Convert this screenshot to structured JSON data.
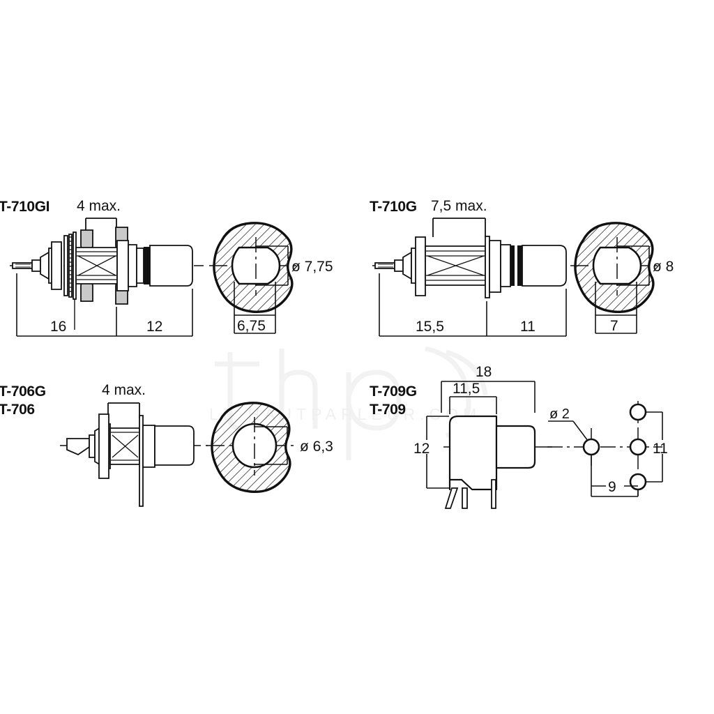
{
  "document": {
    "title": "Connector dimensional drawing",
    "background_color": "#ffffff",
    "line_color": "#111111",
    "hatch_color": "#111111",
    "shade_color": "#c9c9c9"
  },
  "watermark": {
    "logo_text": "thp",
    "site_text": "LE HAUTPARLEUR.COM",
    "color": "#f0f0f0"
  },
  "views": {
    "t710gi": {
      "part_label": "T-710GI",
      "top_dim": "4 max.",
      "dim_left": "16",
      "dim_right": "12",
      "section": {
        "diameter_label": "ø 7,75",
        "width_label": "6,75"
      }
    },
    "t710g": {
      "part_label": "T-710G",
      "top_dim": "7,5 max.",
      "dim_left": "15,5",
      "dim_right": "11",
      "section": {
        "diameter_label": "ø 8",
        "width_label": "7"
      }
    },
    "t706": {
      "part_label_1": "T-706G",
      "part_label_2": "T-706",
      "top_dim": "4 max.",
      "section": {
        "diameter_label": "ø 6,3"
      }
    },
    "t709": {
      "part_label_1": "T-709G",
      "part_label_2": "T-709",
      "dim_overall": "18",
      "dim_inner": "11,5",
      "dim_height": "12",
      "holes": {
        "diameter_label": "ø 2",
        "dim_vertical": "11",
        "dim_horizontal": "9"
      }
    }
  }
}
